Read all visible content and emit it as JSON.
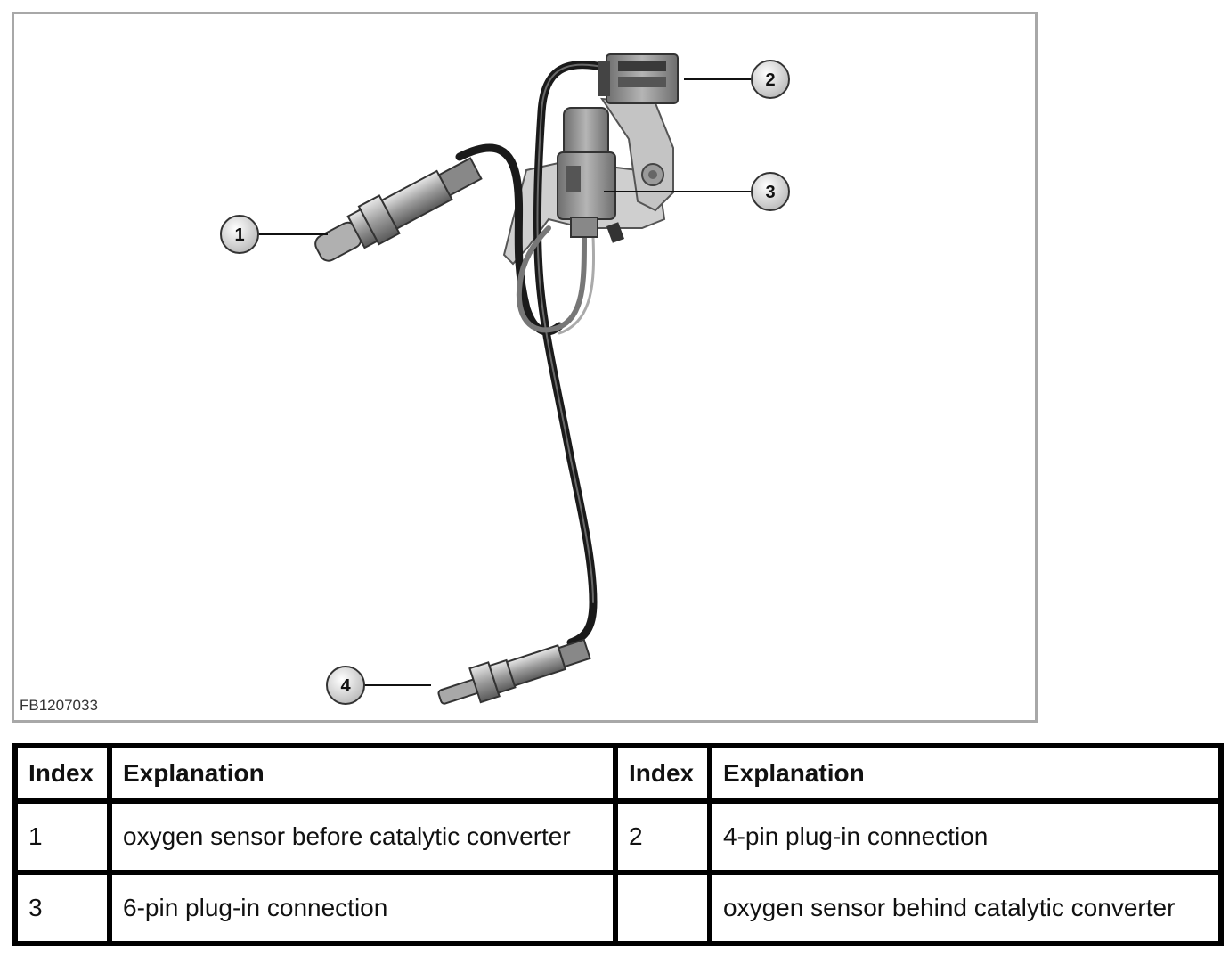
{
  "figure": {
    "code": "FB1207033",
    "callouts": [
      {
        "number": "1"
      },
      {
        "number": "2"
      },
      {
        "number": "3"
      },
      {
        "number": "4"
      }
    ]
  },
  "legend": {
    "headers": [
      "Index",
      "Explanation",
      "Index",
      "Explanation"
    ],
    "rows": [
      {
        "index_a": "1",
        "explanation_a": "oxygen sensor before catalytic converter",
        "index_b": "2",
        "explanation_b": "4-pin plug-in connection"
      },
      {
        "index_a": "3",
        "explanation_a": "6-pin plug-in connection",
        "index_b": "",
        "explanation_b": "oxygen sensor behind catalytic converter"
      }
    ]
  },
  "colors": {
    "frame_border": "#a8a8a8",
    "cable": "#1a1a1a",
    "sensor_body": "#8c8c8c",
    "callout_fill": "#e6e6e6"
  }
}
